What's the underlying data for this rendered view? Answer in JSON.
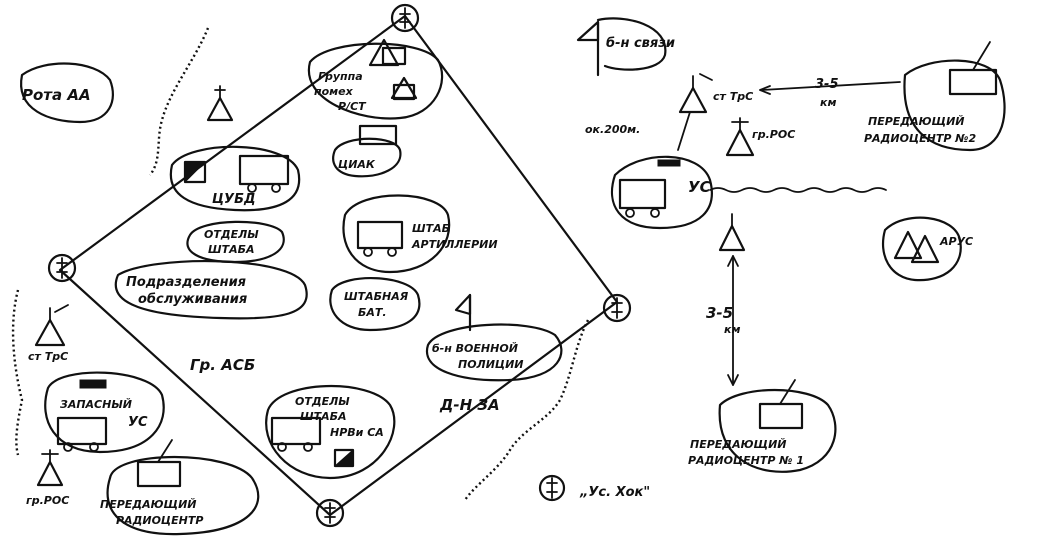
{
  "labels": {
    "rota_aa": "Рота АА",
    "bn_svyazi": "б-н связи",
    "st_trs_top": "ст ТрС",
    "distance_top": "3-5",
    "km_top": "км",
    "ok_200m": "ок.200м.",
    "gr_ros_top": "гр.РОС",
    "peredayushchiy_rc2_line1": "ПЕРЕДАЮЩИЙ",
    "peredayushchiy_rc2_line2": "РАДИОЦЕНТР №2",
    "us_top": "УС",
    "arus": "АРУС",
    "gruppa_pomekh_line1": "Группа",
    "gruppa_pomekh_line2": "помех",
    "gruppa_pomekh_line3": "Р/СТ",
    "tsiak": "ЦИАК",
    "tsubd": "ЦУБД",
    "otdely_shtaba_line1": "ОТДЕЛЫ",
    "otdely_shtaba_line2": "ШТАБА",
    "shtab_artillerii_line1": "ШТАБ",
    "shtab_artillerii_line2": "АРТИЛЛЕРИИ",
    "podrazdeleniya_line1": "Подразделения",
    "podrazdeleniya_line2": "обслуживания",
    "shtabnaya_bat_line1": "ШТАБНАЯ",
    "shtabnaya_bat_line2": "БАТ.",
    "bn_voennoy_policii_line1": "б-н ВОЕННОЙ",
    "bn_voennoy_policii_line2": "ПОЛИЦИИ",
    "gr_asb": "Гр. АСБ",
    "dn_za": "Д-Н ЗА",
    "distance_bottom": "3-5",
    "km_bottom": "км",
    "otdely_shtaba_nrv_line1": "ОТДЕЛЫ",
    "otdely_shtaba_nrv_line2": "ШТАБА",
    "otdely_shtaba_nrv_line3": "НРВи СА",
    "st_trs_left": "ст ТрС",
    "zapasnyy_us_line1": "ЗАПАСНЫЙ",
    "zapasnyy_us_line2": "УС",
    "gr_ros_left": "гр.РОС",
    "peredayushchiy_rc_line1": "ПЕРЕДАЮЩИЙ",
    "peredayushchiy_rc_line2": "РАДИОЦЕНТР",
    "peredayushchiy_rc1_line1": "ПЕРЕДАЮЩИЙ",
    "peredayushchiy_rc1_line2": "РАДИОЦЕНТР № 1",
    "us_khok": "„Ус. Хок\""
  },
  "colors": {
    "ink": "#111111",
    "paper": "#ffffff"
  }
}
